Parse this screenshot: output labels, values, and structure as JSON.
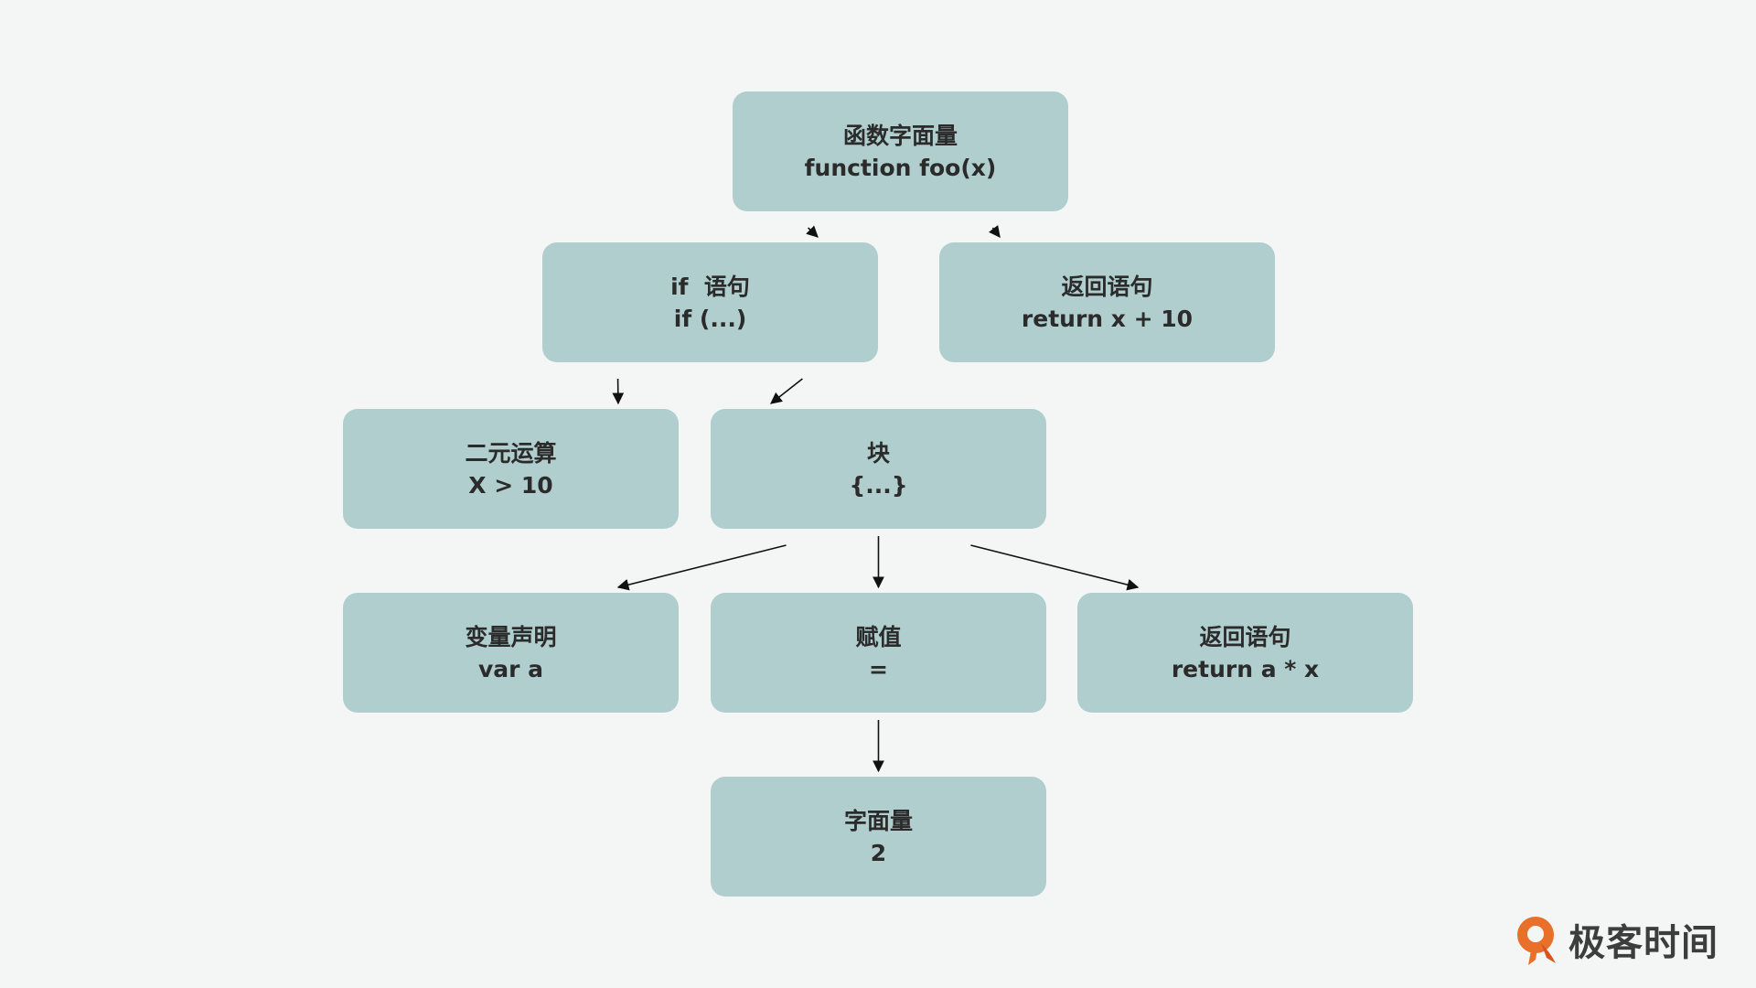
{
  "nodes": [
    {
      "id": "function-literal",
      "title": "函数字面量",
      "code": "function foo(x)"
    },
    {
      "id": "if-statement",
      "title": "if  语句",
      "code": "if (...)"
    },
    {
      "id": "return-statement-top",
      "title": "返回语句",
      "code": "return x + 10"
    },
    {
      "id": "binary-operation",
      "title": "二元运算",
      "code": "X > 10"
    },
    {
      "id": "block",
      "title": "块",
      "code": "{...}"
    },
    {
      "id": "variable-declaration",
      "title": "变量声明",
      "code": "var a"
    },
    {
      "id": "assignment",
      "title": "赋值",
      "code": "="
    },
    {
      "id": "return-statement-bottom",
      "title": "返回语句",
      "code": "return a * x"
    },
    {
      "id": "literal",
      "title": "字面量",
      "code": "2"
    }
  ],
  "edges": [
    {
      "from": "function-literal",
      "to": "if-statement"
    },
    {
      "from": "function-literal",
      "to": "return-statement-top"
    },
    {
      "from": "if-statement",
      "to": "binary-operation"
    },
    {
      "from": "if-statement",
      "to": "block"
    },
    {
      "from": "block",
      "to": "variable-declaration"
    },
    {
      "from": "block",
      "to": "assignment"
    },
    {
      "from": "block",
      "to": "return-statement-bottom"
    },
    {
      "from": "assignment",
      "to": "literal"
    }
  ],
  "colors": {
    "background": "#f4f6f6",
    "node_fill": "#b0cece",
    "text": "#2b2b2b",
    "edge": "#111111",
    "logo_orange": "#e8702a"
  },
  "logo": {
    "icon": "geektime-logo-icon",
    "name": "极客时间"
  }
}
